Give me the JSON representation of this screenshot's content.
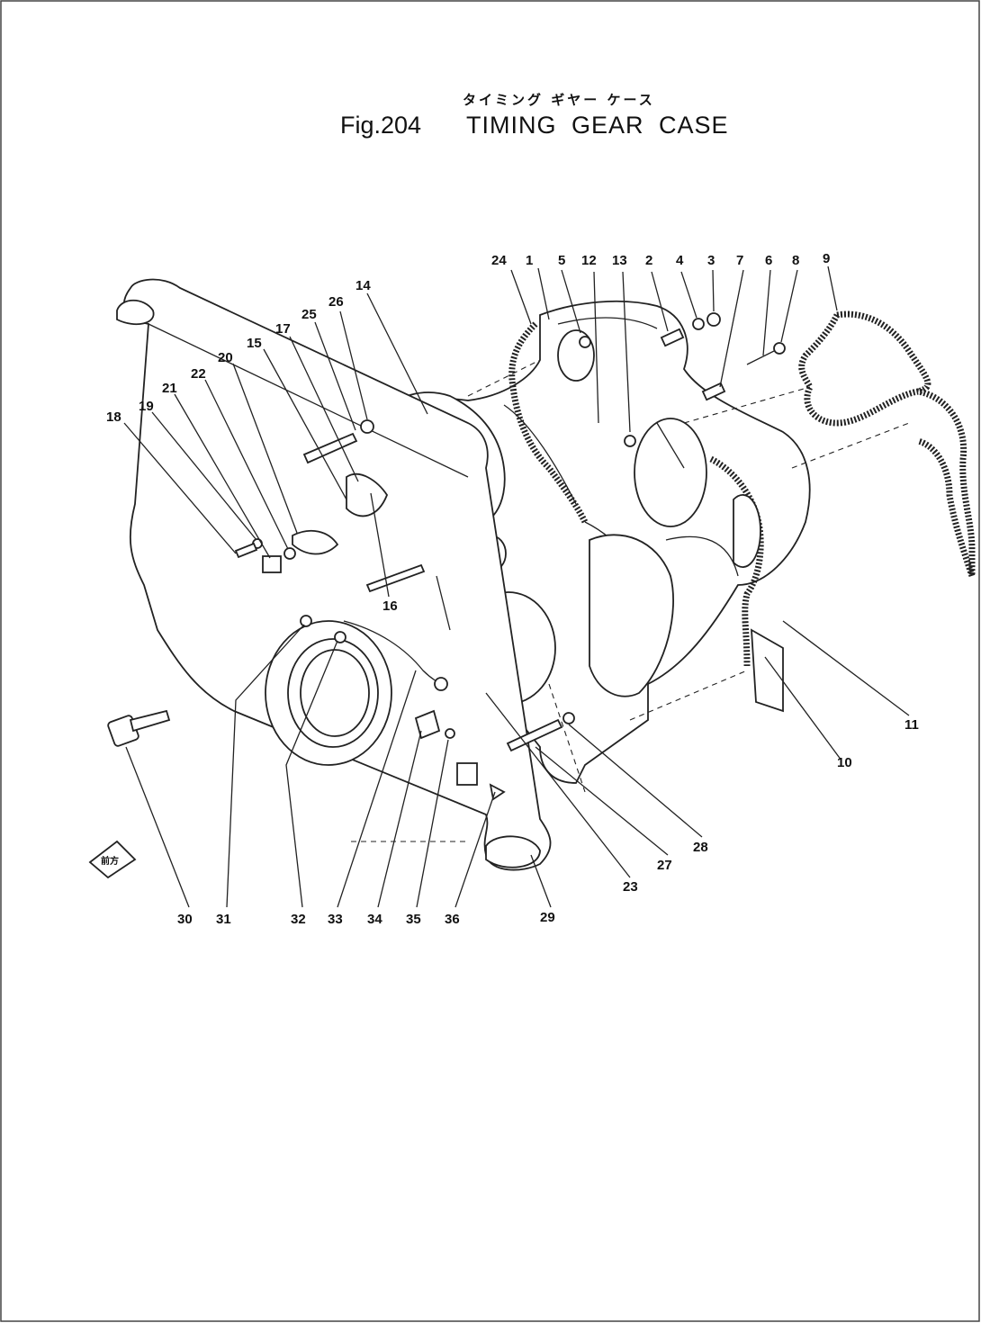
{
  "title": {
    "japanese": "タイミング ギヤー ケース",
    "figure": "Fig.204",
    "english": "TIMING GEAR CASE"
  },
  "direction_marker": "前方",
  "callouts": [
    {
      "id": "c24",
      "label": "24"
    },
    {
      "id": "c1",
      "label": "1"
    },
    {
      "id": "c5",
      "label": "5"
    },
    {
      "id": "c12",
      "label": "12"
    },
    {
      "id": "c13",
      "label": "13"
    },
    {
      "id": "c2",
      "label": "2"
    },
    {
      "id": "c4",
      "label": "4"
    },
    {
      "id": "c3",
      "label": "3"
    },
    {
      "id": "c7",
      "label": "7"
    },
    {
      "id": "c6",
      "label": "6"
    },
    {
      "id": "c8",
      "label": "8"
    },
    {
      "id": "c9",
      "label": "9"
    },
    {
      "id": "c14",
      "label": "14"
    },
    {
      "id": "c26",
      "label": "26"
    },
    {
      "id": "c25",
      "label": "25"
    },
    {
      "id": "c17",
      "label": "17"
    },
    {
      "id": "c15",
      "label": "15"
    },
    {
      "id": "c20",
      "label": "20"
    },
    {
      "id": "c22",
      "label": "22"
    },
    {
      "id": "c21",
      "label": "21"
    },
    {
      "id": "c19",
      "label": "19"
    },
    {
      "id": "c18",
      "label": "18"
    },
    {
      "id": "c16",
      "label": "16"
    },
    {
      "id": "c11",
      "label": "11"
    },
    {
      "id": "c10",
      "label": "10"
    },
    {
      "id": "c28",
      "label": "28"
    },
    {
      "id": "c27",
      "label": "27"
    },
    {
      "id": "c23",
      "label": "23"
    },
    {
      "id": "c29",
      "label": "29"
    },
    {
      "id": "c30",
      "label": "30"
    },
    {
      "id": "c31",
      "label": "31"
    },
    {
      "id": "c32",
      "label": "32"
    },
    {
      "id": "c33",
      "label": "33"
    },
    {
      "id": "c34",
      "label": "34"
    },
    {
      "id": "c35",
      "label": "35"
    },
    {
      "id": "c36",
      "label": "36"
    }
  ]
}
